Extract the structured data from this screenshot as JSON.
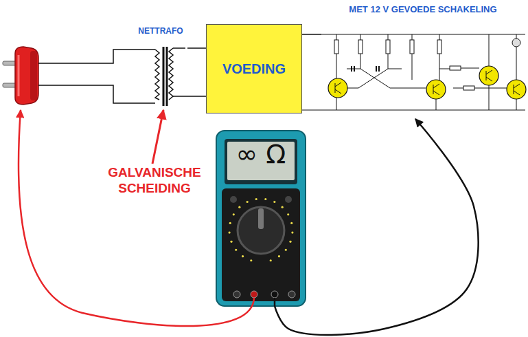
{
  "diagram": {
    "nodes": [
      {
        "text": [
          "NETTRAFO"
        ]
      },
      {
        "text": [
          "VOEDING"
        ]
      },
      {
        "text": [
          "MET 12 V GEVOEDE SCHAKELING"
        ]
      },
      {
        "text": [
          "∞ Ω"
        ]
      }
    ],
    "edges": [
      {
        "from": 0,
        "to": 1,
        "arrow": "none"
      },
      {
        "from": 1,
        "to": 2,
        "arrow": "none"
      },
      {
        "from": 3,
        "to": 2,
        "arrow": "to"
      }
    ],
    "labels": [
      "GALVANISCHE SCHEIDING"
    ]
  }
}
